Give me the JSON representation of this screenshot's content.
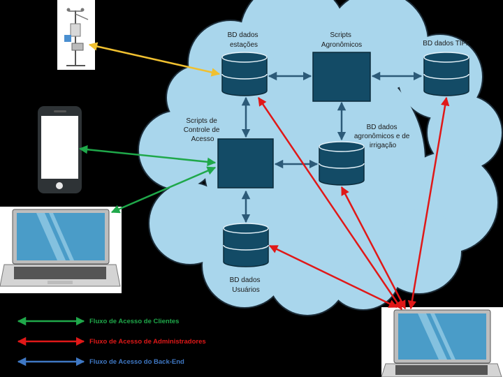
{
  "nodes": {
    "bd_estacoes": [
      "BD dados",
      "estações"
    ],
    "scripts_agro": [
      "Scripts",
      "Agronômicos"
    ],
    "bd_tiff": [
      "BD dados TIFF"
    ],
    "scripts_controle": [
      "Scripts de",
      "Controle de",
      "Acesso"
    ],
    "bd_agro_irrig": [
      "BD dados",
      "agronômicos e de",
      "irrigação"
    ],
    "bd_usuarios": [
      "BD dados",
      "Usuários"
    ]
  },
  "legend": [
    {
      "label": "Fluxo de Acesso de Clientes",
      "color": "#1fa84a"
    },
    {
      "label": "Fluxo de Acesso de Administradores",
      "color": "#e01818"
    },
    {
      "label": "Fluxo de Acesso do Back-End",
      "color": "#3f78c4"
    }
  ],
  "colors": {
    "cloud": "#a9d6ec",
    "node": "#134b66",
    "backend": "#2c5a78",
    "client": "#1fa84a",
    "admin": "#e01818",
    "station": "#f0c030"
  },
  "icons": [
    "weather-station-icon",
    "smartphone-icon",
    "client-laptop-icon",
    "admin-laptop-icon"
  ]
}
